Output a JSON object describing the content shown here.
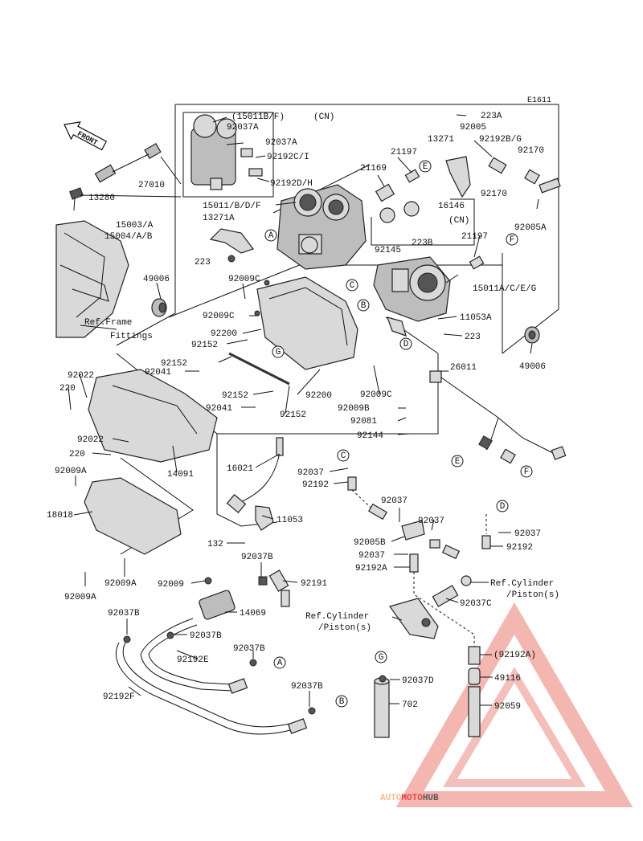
{
  "figure_code": "E1611",
  "front_label": "FRONT",
  "labels": {
    "l_15011BF": "(15011B/F)",
    "l_cn1": "(CN)",
    "l_92037A_a": "92037A",
    "l_92037A_b": "92037A",
    "l_92192CI": "92192C/I",
    "l_92192DH": "92192D/H",
    "l_15011BDF": "15011/B/D/F",
    "l_13271A": "13271A",
    "l_223_a": "223",
    "l_27010": "27010",
    "l_13280": "13280",
    "l_15003A": "15003/A",
    "l_15004AB": "15004/A/B",
    "l_49006_a": "49006",
    "l_refframe1": "Ref.Frame",
    "l_refframe2": "Fittings",
    "l_223A": "223A",
    "l_92005": "92005",
    "l_13271": "13271",
    "l_21197_a": "21197",
    "l_92192BG": "92192B/G",
    "l_92170_a": "92170",
    "l_21169": "21169",
    "l_92170_b": "92170",
    "l_16146": "16146",
    "l_cn2": "(CN)",
    "l_223B": "223B",
    "l_92145": "92145",
    "l_21197_b": "21197",
    "l_92005A": "92005A",
    "l_15011ACEG": "15011A/C/E/G",
    "l_11053A": "11053A",
    "l_223_b": "223",
    "l_49006_b": "49006",
    "l_92009C_a": "92009C",
    "l_92009C_b": "92009C",
    "l_92200_a": "92200",
    "l_92152_a": "92152",
    "l_92152_b": "92152",
    "l_92041_a": "92041",
    "l_92022_a": "92022",
    "l_220_a": "220",
    "l_92152_c": "92152",
    "l_92200_b": "92200",
    "l_92041_b": "92041",
    "l_92152_d": "92152",
    "l_92009C_c": "92009C",
    "l_92009B": "92009B",
    "l_92081": "92081",
    "l_92144": "92144",
    "l_26011": "26011",
    "l_92022_b": "92022",
    "l_220_b": "220",
    "l_14091": "14091",
    "l_16021": "16021",
    "l_92037_a": "92037",
    "l_92192_a": "92192",
    "l_92009A_a": "92009A",
    "l_18018": "18018",
    "l_11053": "11053",
    "l_92037_b": "92037",
    "l_92037_c": "92037",
    "l_92037_d": "92037",
    "l_92192_b": "92192",
    "l_132": "132",
    "l_92005B": "92005B",
    "l_92037_e": "92037",
    "l_92192A": "92192A",
    "l_92009A_b": "92009A",
    "l_92009A_c": "92009A",
    "l_92037B_a": "92037B",
    "l_92009": "92009",
    "l_92191": "92191",
    "l_refcyl1a": "Ref.Cylinder",
    "l_refcyl1b": "/Piston(s)",
    "l_92037C": "92037C",
    "l_14069": "14069",
    "l_refcyl2a": "Ref.Cylinder",
    "l_refcyl2b": "/Piston(s)",
    "l_92037B_b": "92037B",
    "l_92037B_c": "92037B",
    "l_92037B_d": "92037B",
    "l_92192E": "92192E",
    "l_92192A_paren": "(92192A)",
    "l_92037D": "92037D",
    "l_49116": "49116",
    "l_92192F": "92192F",
    "l_92037B_e": "92037B",
    "l_702": "702",
    "l_92059": "92059"
  },
  "callouts": {
    "A1": "A",
    "B1": "B",
    "C1": "C",
    "D1": "D",
    "E1": "E",
    "F1": "F",
    "G1": "G",
    "C2": "C",
    "D2": "D",
    "E2": "E",
    "F2": "F",
    "G2": "G",
    "A2": "A",
    "B2": "B"
  },
  "watermark": {
    "part1": "AUTO",
    "part2": "MOTO",
    "part3": "HUB"
  },
  "colors": {
    "line": "#111111",
    "watermark_light": "#f5b98c",
    "watermark_red": "#e3453a",
    "watermark_gray": "#555555"
  }
}
